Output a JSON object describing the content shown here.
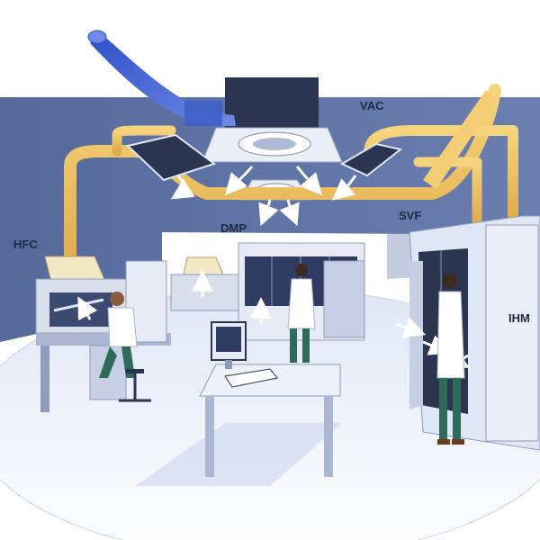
{
  "labels": {
    "vac": "VAC",
    "dmp": "DMP",
    "svf": "SVF",
    "hfc": "HFC",
    "ihm": "IHM"
  },
  "colors": {
    "wall": "#5b6f9f",
    "floor": "#e7ecf7",
    "duct_supply": "#f1c66b",
    "duct_exhaust": "#3f62d8",
    "hood_glass": "#2f3c62",
    "bench": "#d8deea",
    "cabinet_dark": "#2c3550",
    "airflow_arrow": "#ffffff"
  },
  "icons": [
    "person-seated-icon",
    "person-standing-icon",
    "computer-monitor-icon",
    "keyboard-icon",
    "airflow-arrow-icon"
  ]
}
